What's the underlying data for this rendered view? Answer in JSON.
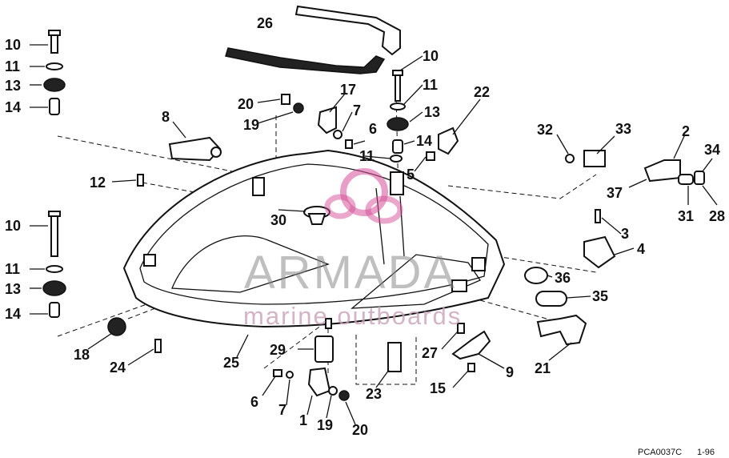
{
  "callouts": {
    "c1": "1",
    "c2": "2",
    "c3": "3",
    "c4": "4",
    "c5": "5",
    "c6a": "6",
    "c6b": "6",
    "c7a": "7",
    "c7b": "7",
    "c8": "8",
    "c9": "9",
    "c10a": "10",
    "c10b": "10",
    "c10c": "10",
    "c11a": "11",
    "c11b": "11",
    "c11c": "11",
    "c11d": "11",
    "c12": "12",
    "c13a": "13",
    "c13b": "13",
    "c13c": "13",
    "c14a": "14",
    "c14b": "14",
    "c14c": "14",
    "c15": "15",
    "c17": "17",
    "c18": "18",
    "c19a": "19",
    "c19b": "19",
    "c20a": "20",
    "c20b": "20",
    "c21": "21",
    "c22": "22",
    "c23": "23",
    "c24": "24",
    "c25": "25",
    "c26": "26",
    "c27": "27",
    "c28": "28",
    "c29": "29",
    "c30": "30",
    "c31": "31",
    "c32": "32",
    "c33": "33",
    "c34": "34",
    "c35": "35",
    "c36": "36",
    "c37": "37"
  },
  "footer": {
    "code": "PCA0037C",
    "page": "1-96"
  },
  "watermark": {
    "brand": "ARMADA",
    "tagline": "marine outboards",
    "logo_color": "#d64f97"
  }
}
